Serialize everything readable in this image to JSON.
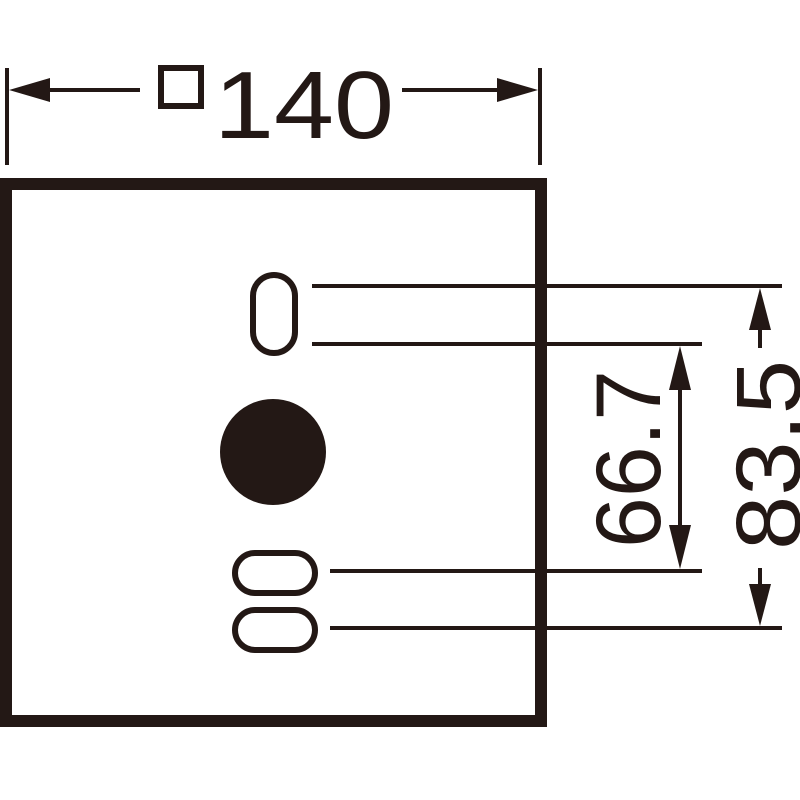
{
  "drawing": {
    "stroke_color": "#231815",
    "background": "#ffffff",
    "width_dimension": {
      "symbol": "□",
      "value": "140",
      "label": "□140"
    },
    "inner_dimension": {
      "value": "66.7"
    },
    "outer_dimension": {
      "value": "83.5"
    },
    "features": [
      {
        "type": "slot-vertical",
        "description": "vertical oblong hole, top"
      },
      {
        "type": "circle-filled",
        "description": "filled circular center"
      },
      {
        "type": "slot-horizontal",
        "description": "horizontal oblong hole, upper"
      },
      {
        "type": "slot-horizontal",
        "description": "horizontal oblong hole, lower"
      }
    ]
  }
}
